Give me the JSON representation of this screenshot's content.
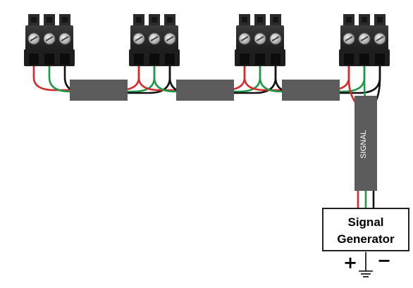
{
  "connectors": [
    {
      "id": 1,
      "terminals": 3,
      "wire_order": [
        "red",
        "green",
        "black"
      ]
    },
    {
      "id": 2,
      "terminals": 3,
      "wire_order": [
        "red",
        "green",
        "black"
      ]
    },
    {
      "id": 3,
      "terminals": 3,
      "wire_order": [
        "red",
        "green",
        "black"
      ]
    },
    {
      "id": 4,
      "terminals": 3,
      "wire_order": [
        "red",
        "green",
        "black"
      ]
    }
  ],
  "cables": [
    {
      "from": 1,
      "to": 2,
      "label": ""
    },
    {
      "from": 2,
      "to": 3,
      "label": ""
    },
    {
      "from": 3,
      "to": 4,
      "label": ""
    },
    {
      "from": 4,
      "to": "generator",
      "label": "SIGNAL"
    }
  ],
  "generator": {
    "line1": "Signal",
    "line2": "Generator",
    "plus": "+",
    "minus": "−"
  },
  "colors": {
    "wire_red": "#d42a2a",
    "wire_green": "#1f9a4a",
    "wire_black": "#111111",
    "cable": "#5c5c5c",
    "connector_body": "#2a2a2a",
    "screw": "#c8c8c8"
  },
  "icons": {
    "screw": "screw-terminal-icon",
    "ground": "ground-icon"
  }
}
